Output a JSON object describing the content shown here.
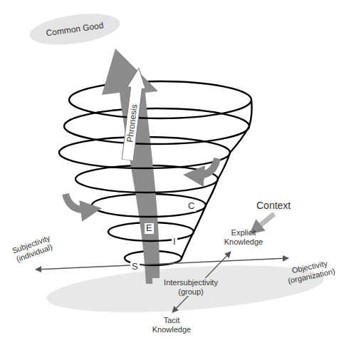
{
  "diagram": {
    "nodes": [
      {
        "text": [
          "Common Good"
        ]
      },
      {
        "text": [
          "Phronesis"
        ]
      }
    ],
    "labels": [
      "S",
      "E",
      "I",
      "C",
      "Context",
      "Explicit Knowledge",
      "Subjectivity (individual)",
      "Objectivity (organization)",
      "Intersubjectivity (group)",
      "Tacit Knowledge"
    ]
  }
}
